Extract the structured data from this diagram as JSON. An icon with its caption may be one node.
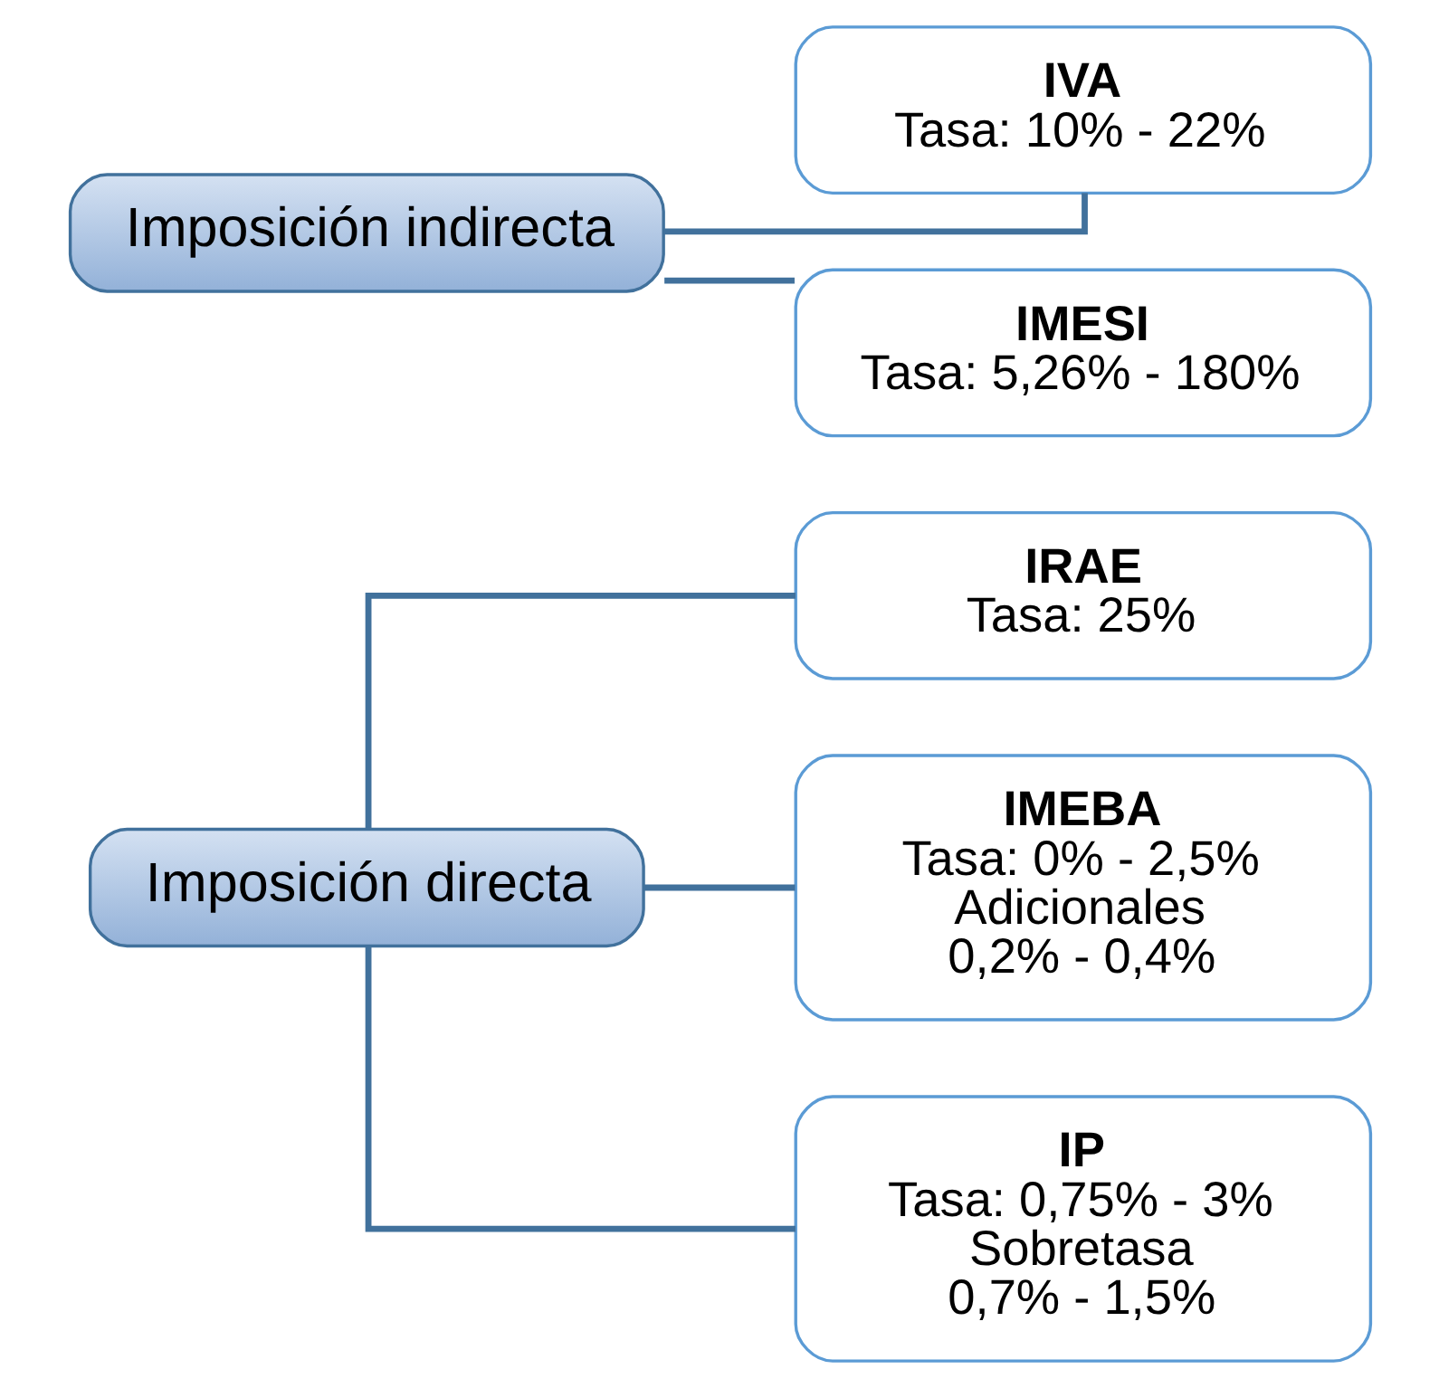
{
  "diagram": {
    "nodes": [
      {
        "text": [
          "Imposición directa"
        ]
      },
      {
        "text": [
          "IRAE",
          "Tasa: 25%"
        ]
      },
      {
        "text": [
          "IMEBA",
          "Tasa: 0% - 2,5%",
          "Adicionales",
          "0,2% - 0,4%"
        ]
      },
      {
        "text": [
          "IP",
          "Tasa: 0,75% - 3%",
          "Sobretasa",
          "0,7% - 1,5%"
        ]
      },
      {
        "text": [
          "Imposición indirecta"
        ]
      },
      {
        "text": [
          "IVA",
          "Tasa: 10% - 22%"
        ]
      },
      {
        "text": [
          "IMESI",
          "Tasa: 5,26% - 180%"
        ]
      }
    ],
    "edges": [
      {
        "from": 0,
        "to": 1,
        "arrow": "none"
      },
      {
        "from": 0,
        "to": 2,
        "arrow": "none"
      },
      {
        "from": 0,
        "to": 3,
        "arrow": "none"
      },
      {
        "from": 4,
        "to": 5,
        "arrow": "none"
      },
      {
        "from": 4,
        "to": 6,
        "arrow": "none"
      }
    ]
  }
}
